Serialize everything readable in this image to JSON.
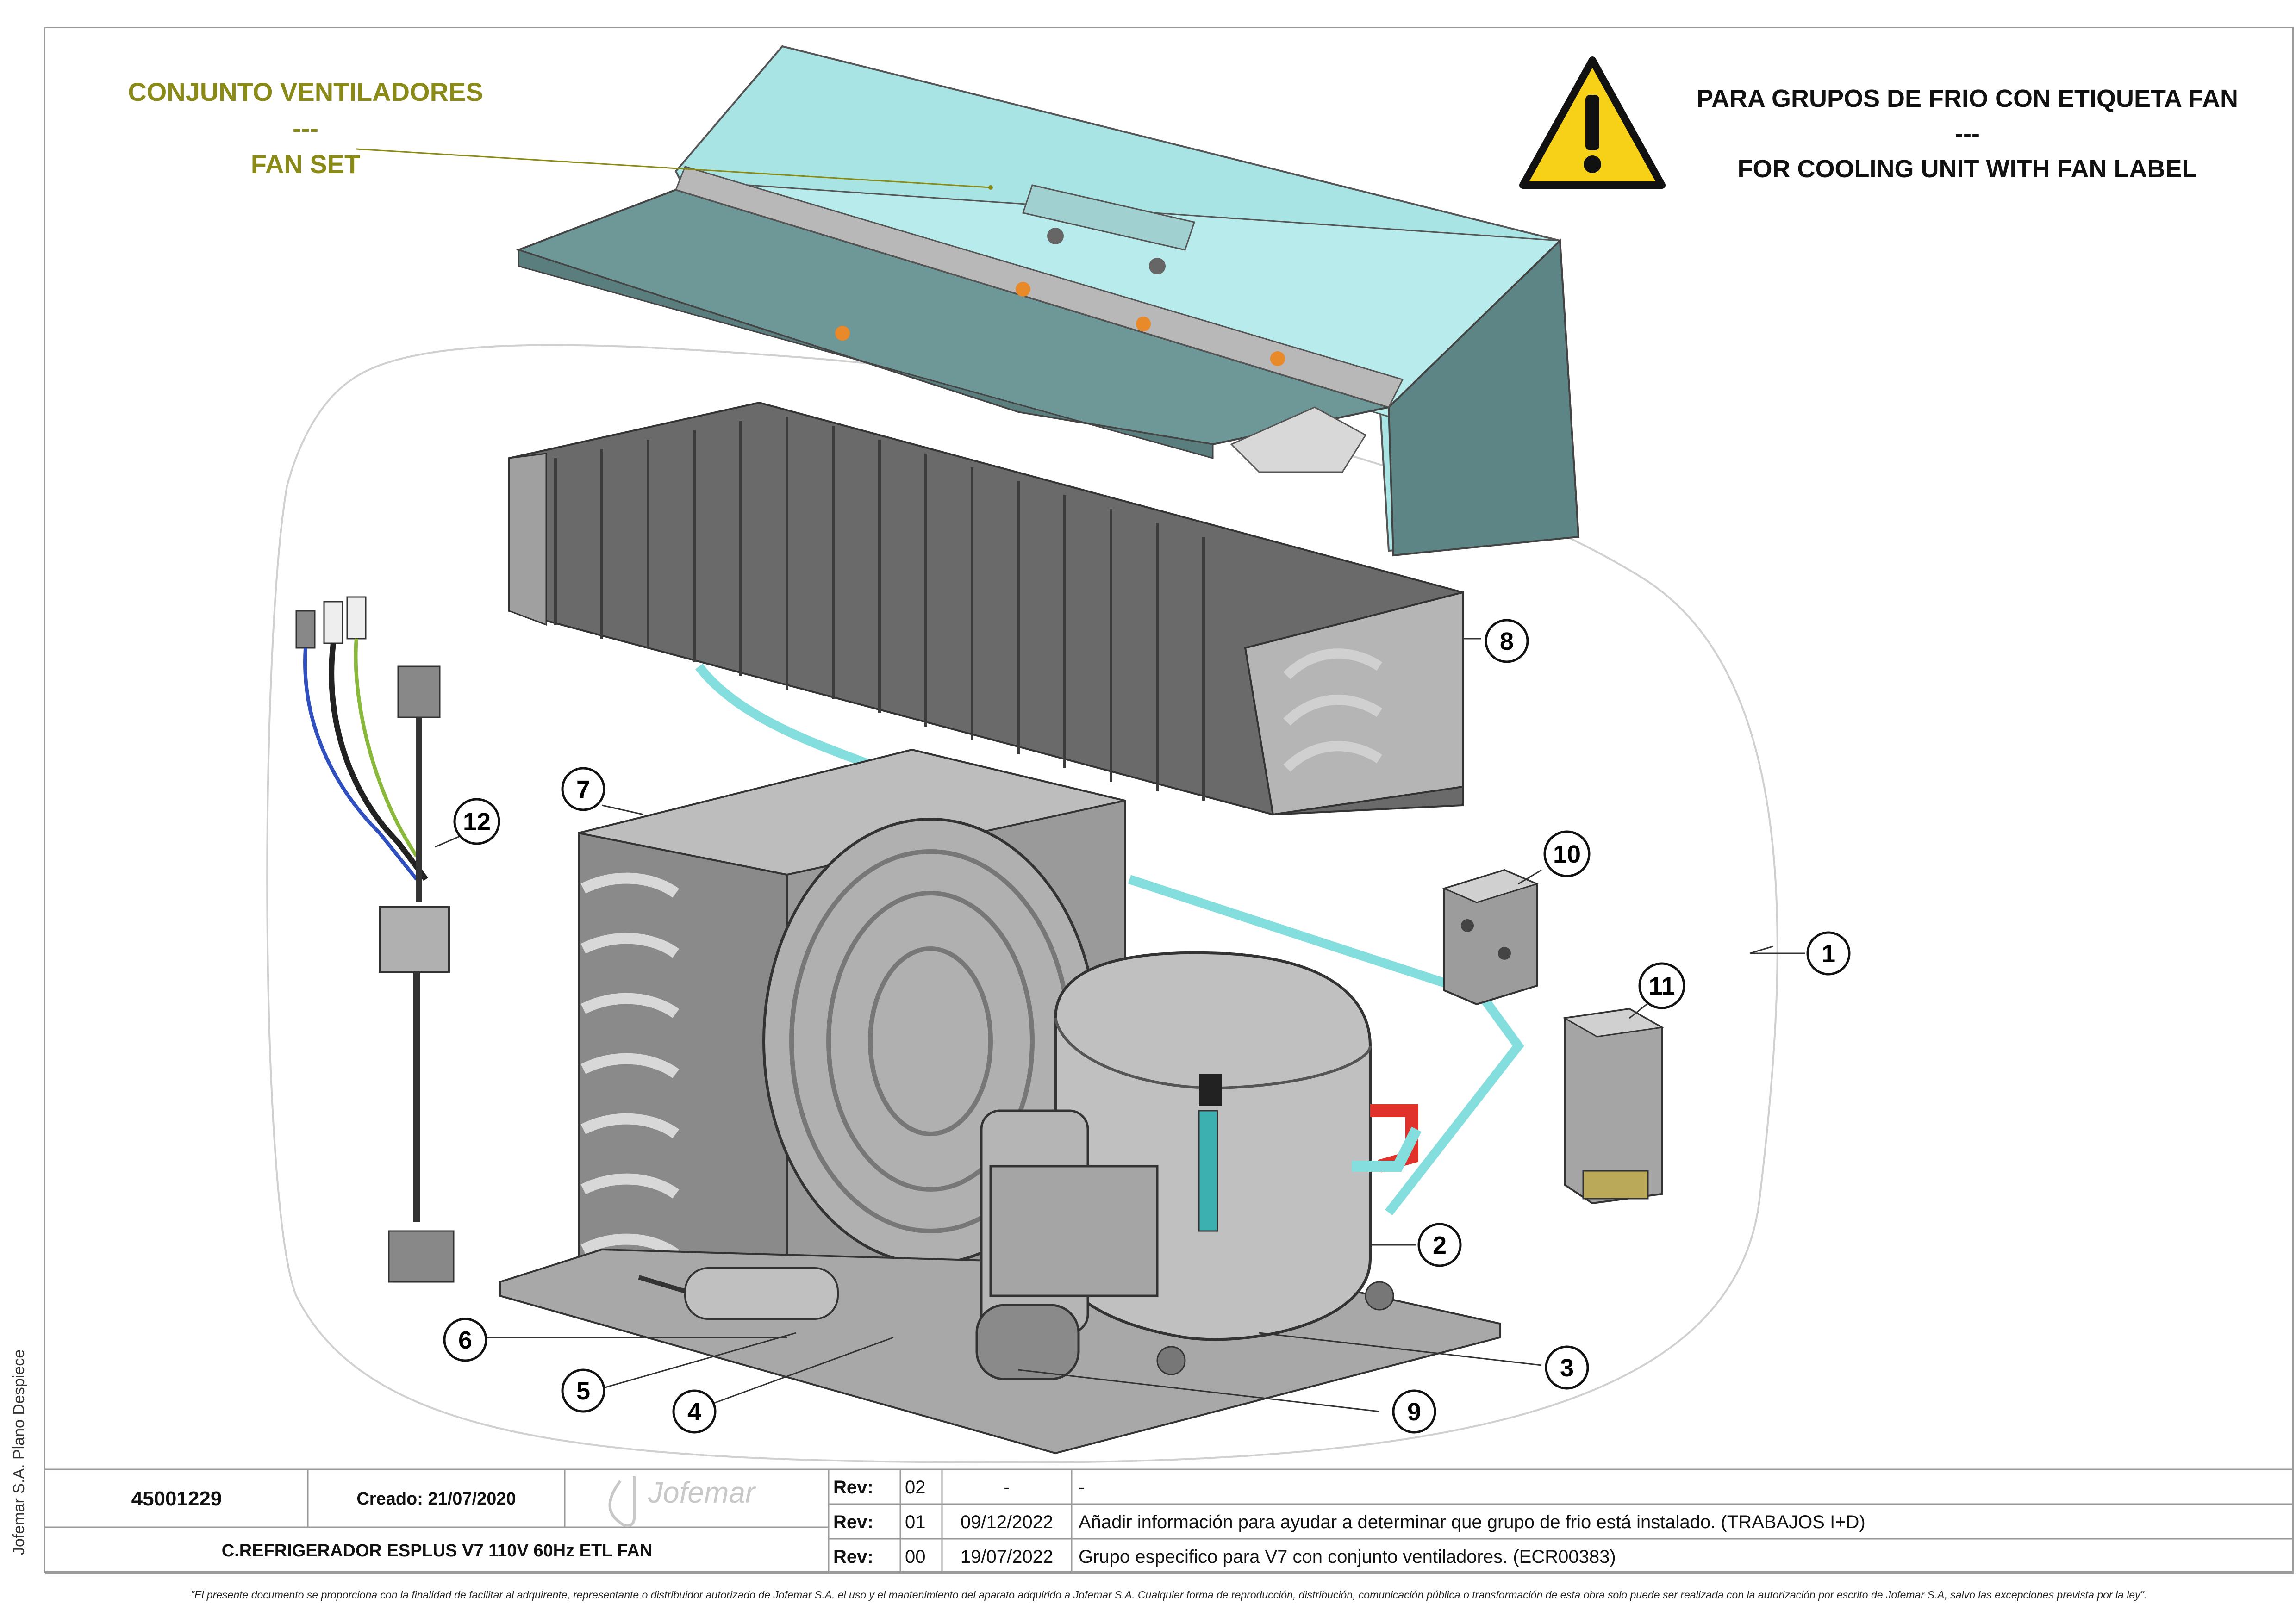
{
  "fan_set_title": {
    "line1": "CONJUNTO VENTILADORES",
    "line2": "---",
    "line3": "FAN SET"
  },
  "warning": {
    "line1": "PARA GRUPOS DE FRIO CON ETIQUETA FAN",
    "line2": "---",
    "line3": "FOR COOLING UNIT WITH FAN LABEL",
    "icon": "warning-triangle-icon",
    "color": "#f7d117"
  },
  "callouts": [
    "1",
    "2",
    "3",
    "4",
    "5",
    "6",
    "7",
    "8",
    "9",
    "10",
    "11",
    "12"
  ],
  "side_label": "Jofemar S.A. Plano Despiece",
  "title_block": {
    "part_number": "45001229",
    "created": "Creado: 21/07/2020",
    "logo_text": "Jofemar",
    "description": "C.REFRIGERADOR ESPLUS V7 110V 60Hz ETL FAN",
    "revisions": [
      {
        "label": "Rev:",
        "num": "02",
        "date": "-",
        "text": "-"
      },
      {
        "label": "Rev:",
        "num": "01",
        "date": "09/12/2022",
        "text": "Añadir información para ayudar a determinar que grupo de frio está instalado. (TRABAJOS I+D)"
      },
      {
        "label": "Rev:",
        "num": "00",
        "date": "19/07/2022",
        "text": "Grupo especifico para V7 con conjunto ventiladores. (ECR00383)"
      }
    ]
  },
  "disclaimer": "\"El presente documento se proporciona con la finalidad de facilitar al adquirente, representante o distribuidor autorizado de Jofemar S.A. el uso y el mantenimiento del aparato adquirido a Jofemar S.A. Cualquier forma de reproducción, distribución, comunicación pública o transformación de esta obra solo puede ser realizada con la autorización por escrito de Jofemar S.A, salvo las excepciones prevista por la ley\".",
  "colors": {
    "fan_cover": "#a8e4e4",
    "fan_cover_dark": "#6e9898",
    "metal": "#b9b9b9",
    "pipe": "#84dede",
    "hot_pipe": "#e0322b",
    "fan_label_text": "#8a8a18"
  }
}
